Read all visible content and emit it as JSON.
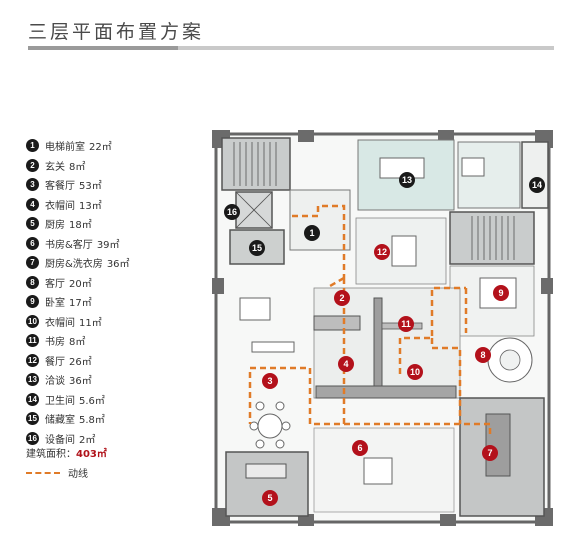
{
  "title": "三层平面布置方案",
  "legend": [
    {
      "num": "1",
      "name": "电梯前室",
      "area": "22㎡"
    },
    {
      "num": "2",
      "name": "玄关",
      "area": "8㎡"
    },
    {
      "num": "3",
      "name": "客餐厅",
      "area": "53㎡"
    },
    {
      "num": "4",
      "name": "衣帽间",
      "area": "13㎡"
    },
    {
      "num": "5",
      "name": "厨房",
      "area": "18㎡"
    },
    {
      "num": "6",
      "name": "书房&客厅",
      "area": "39㎡"
    },
    {
      "num": "7",
      "name": "厨房&洗衣房",
      "area": "36㎡"
    },
    {
      "num": "8",
      "name": "客厅",
      "area": "20㎡"
    },
    {
      "num": "9",
      "name": "卧室",
      "area": "17㎡"
    },
    {
      "num": "10",
      "name": "衣帽间",
      "area": "11㎡"
    },
    {
      "num": "11",
      "name": "书房",
      "area": "8㎡"
    },
    {
      "num": "12",
      "name": "餐厅",
      "area": "26㎡"
    },
    {
      "num": "13",
      "name": "洽谈",
      "area": "36㎡"
    },
    {
      "num": "14",
      "name": "卫生间",
      "area": "5.6㎡"
    },
    {
      "num": "15",
      "name": "储藏室",
      "area": "5.8㎡"
    },
    {
      "num": "16",
      "name": "设备间",
      "area": "2㎡"
    }
  ],
  "building_area_label": "建筑面积：",
  "building_area_value": "403㎡",
  "route_label": "动线",
  "colors": {
    "route": "#e07b28",
    "marker_red": "#b3111b",
    "marker_black": "#1a1a1a",
    "wall": "#555555"
  }
}
